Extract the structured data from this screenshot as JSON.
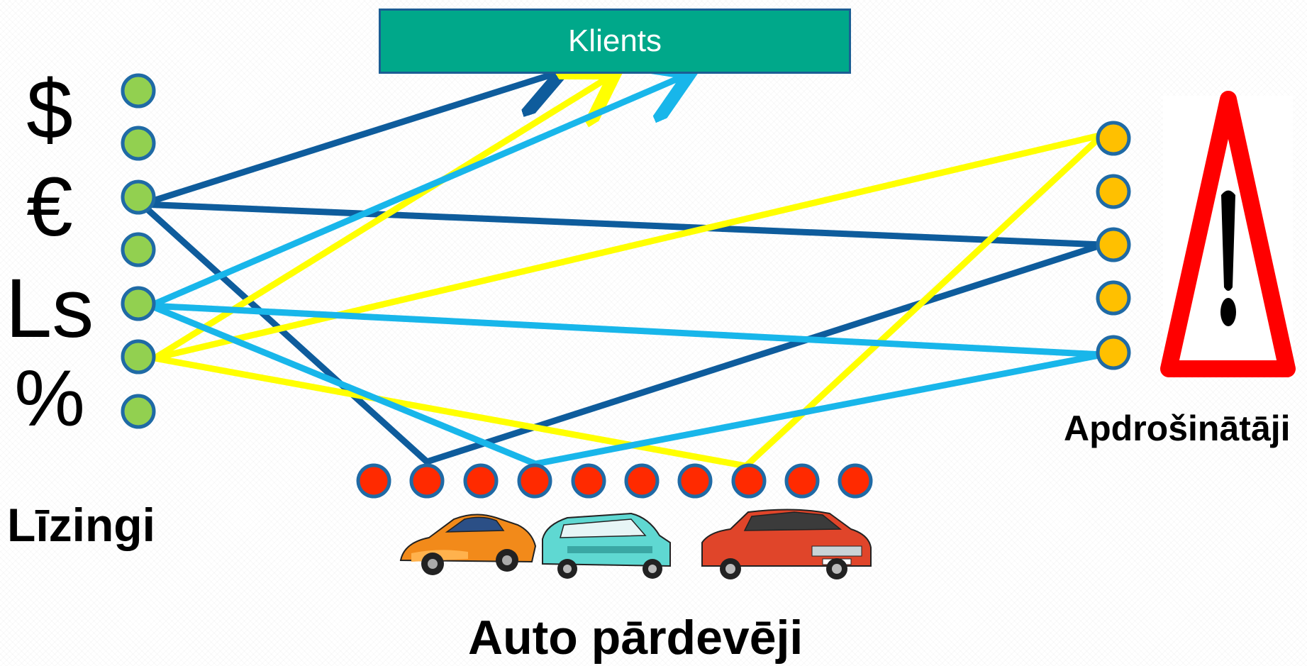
{
  "client_label": "Klients",
  "currency_symbols": [
    "$",
    "€",
    "Ls",
    "%"
  ],
  "leasing_label": "Līzingi",
  "insurers_label": "Apdrošinātāji",
  "dealers_label": "Auto pārdevēji",
  "colors": {
    "client_box": "#00a88a",
    "client_border": "#1b5e94",
    "leasing_node": "#92d050",
    "insurer_node": "#ffc000",
    "dealer_node": "#ff2a00",
    "node_border": "#1f6aa5",
    "dark_blue_line": "#0e5c9c",
    "light_blue_line": "#18b6ea",
    "yellow_line": "#ffff00",
    "warning_red": "#ff0000"
  },
  "icons": [
    "warning-triangle-icon",
    "orange-sports-car-icon",
    "teal-hatchback-car-icon",
    "red-sedan-car-icon"
  ]
}
